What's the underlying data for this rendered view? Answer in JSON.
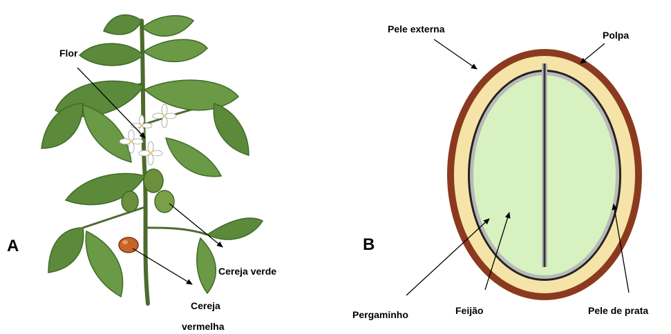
{
  "panels": {
    "a": "A",
    "b": "B"
  },
  "plant": {
    "labels": {
      "flower": "Flor",
      "green_cherry": "Cereja verde",
      "red_cherry_line1": "Cereja",
      "red_cherry_line2": "vermelha"
    },
    "colors": {
      "leaf": "#5b8a3a",
      "leaf_dark": "#3f6a27",
      "stem": "#4d6b2c",
      "flower": "#ffffff",
      "red_cherry": "#c8642a",
      "green_cherry": "#6b8f3c"
    }
  },
  "bean": {
    "labels": {
      "outer_skin": "Pele externa",
      "pulp": "Polpa",
      "parchment": "Pergaminho",
      "bean": "Feijão",
      "silver_skin": "Pele de prata"
    },
    "colors": {
      "outer_skin": "#8b3a1f",
      "pulp": "#f5e3a8",
      "parchment": "#222222",
      "silver_skin": "#b9b9b9",
      "bean": "#d7f2c0"
    }
  }
}
